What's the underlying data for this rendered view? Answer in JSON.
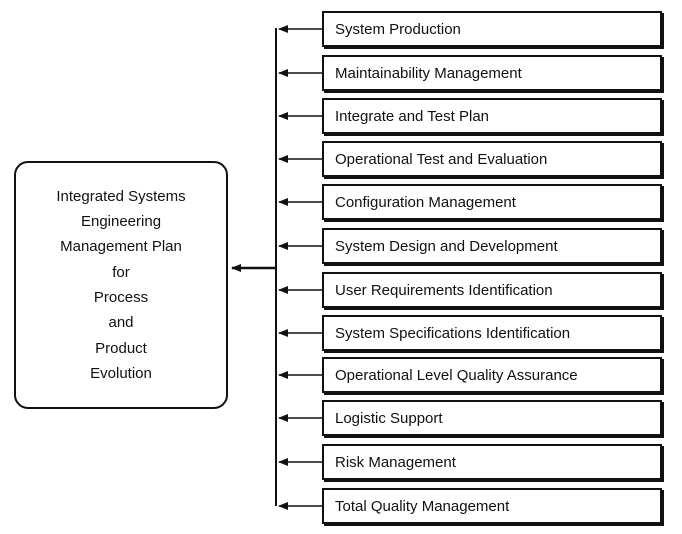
{
  "central_box": {
    "lines": [
      "Integrated Systems",
      "Engineering",
      "Management Plan",
      "for",
      "Process",
      "and",
      "Product",
      "Evolution"
    ]
  },
  "items": [
    "System Production",
    "Maintainability Management",
    "Integrate and Test Plan",
    "Operational Test and Evaluation",
    "Configuration Management",
    "System Design and Development",
    "User Requirements Identification",
    "System Specifications Identification",
    "Operational Level Quality Assurance",
    "Logistic Support",
    "Risk Management",
    "Total Quality Management"
  ],
  "colors": {
    "line": "#111111",
    "background": "#ffffff"
  }
}
